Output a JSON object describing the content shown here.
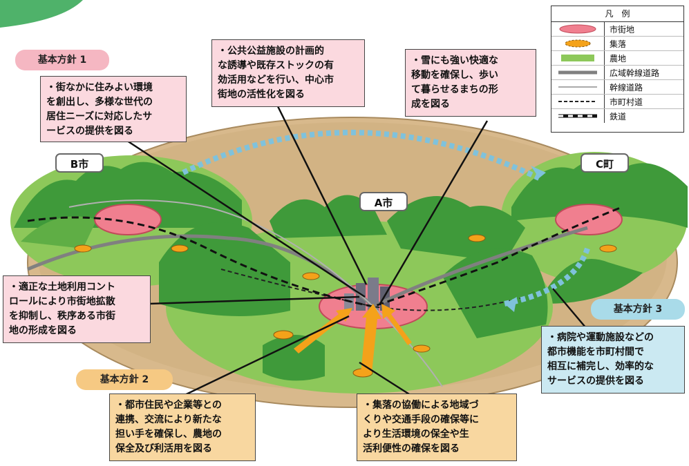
{
  "cities": {
    "b": "B市",
    "a": "A市",
    "c": "C町"
  },
  "policy_labels": {
    "p1": "基本方針 1",
    "p2": "基本方針 2",
    "p3": "基本方針 3"
  },
  "boxes": {
    "p1_top": "・街なかに住みよい環境\nを創出し、多様な世代の\n居住ニーズに対応したサ\nービスの提供を図る",
    "p1_center": "・公共公益施設の計画的\nな誘導や既存ストックの有\n効活用などを行い、中心市\n街地の活性化を図る",
    "p1_snow": "・雪にも強い快適な\n移動を確保し、歩い\nて暮らせるまちの形\n成を図る",
    "p1_land": "・適正な土地利用コント\nロールにより市街地拡散\nを抑制し、秩序ある市街\n地の形成を図る",
    "p2_left": "・都市住民や企業等との\n連携、交流により新たな\n担い手を確保し、農地の\n保全及び利活用を図る",
    "p2_right": "・集落の協働による地域づ\nくりや交通手段の確保等に\nより生活環境の保全や生\n活利便性の確保を図る",
    "p3": "・病院や運動施設などの\n都市機能を市町村間で\n相互に補完し、効率的な\nサービスの提供を図る"
  },
  "legend": {
    "title": "凡　例",
    "items": [
      {
        "name": "urban-area",
        "label": "市街地"
      },
      {
        "name": "settlement",
        "label": "集落"
      },
      {
        "name": "farmland",
        "label": "農地"
      },
      {
        "name": "wide-area-arterial-road",
        "label": "広域幹線道路"
      },
      {
        "name": "arterial-road",
        "label": "幹線道路"
      },
      {
        "name": "municipal-road",
        "label": "市町村道"
      },
      {
        "name": "railway",
        "label": "鉄道"
      }
    ]
  },
  "colors": {
    "pink_box": "#fbd9df",
    "orange_box": "#f8d7a0",
    "blue_box": "#cbe9f2",
    "ground": "#d8b98c",
    "green": "#7cc04c",
    "mountain": "#3f9a3a",
    "urban": "#f07f8f",
    "settlement": "#f4a21a",
    "link_arrow": "#7fc2dc"
  }
}
